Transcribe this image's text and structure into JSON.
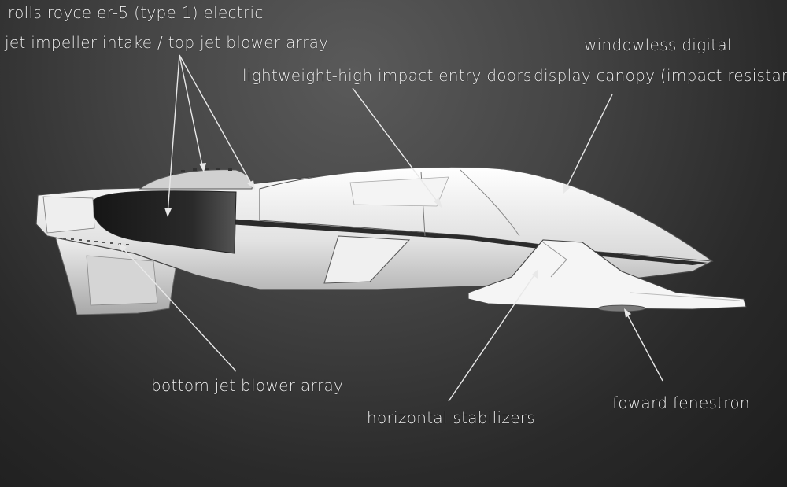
{
  "labels": {
    "title_line1": "rolls royce er-5 (type 1) electric",
    "title_line2": "jet impeller intake / top jet blower array",
    "entry_doors": "lightweight-high impact entry doors",
    "canopy_line1": "windowless digital",
    "canopy_line2": "display canopy (impact resistant)",
    "bottom_blower": "bottom jet blower array",
    "stabilizers": "horizontal stabilizers",
    "fenestron": "foward fenestron"
  },
  "colors": {
    "background": "#3a3a3a",
    "hull": "#e9e9e9",
    "label": "#f2f2f2"
  }
}
